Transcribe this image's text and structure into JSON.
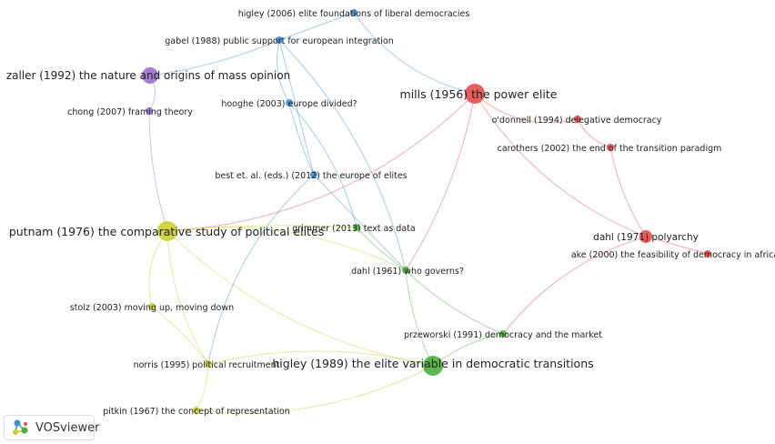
{
  "map": {
    "nodes": [
      {
        "id": "higley2006",
        "label": "higley (2006) elite foundations of liberal democracies",
        "cluster": "blue",
        "weight": 1
      },
      {
        "id": "gabel1988",
        "label": "gabel (1988) public support for european integration",
        "cluster": "blue",
        "weight": 1
      },
      {
        "id": "zaller1992",
        "label": "zaller (1992) the nature and origins of mass opinion",
        "cluster": "purple",
        "weight": 3
      },
      {
        "id": "chong2007",
        "label": "chong (2007) framing theory",
        "cluster": "purple",
        "weight": 1
      },
      {
        "id": "hooghe2003",
        "label": "hooghe (2003) europe divided?",
        "cluster": "blue",
        "weight": 1
      },
      {
        "id": "mills1956",
        "label": "mills (1956) the power elite",
        "cluster": "red",
        "weight": 4
      },
      {
        "id": "odonnell1994",
        "label": "o'donnell (1994) delegative democracy",
        "cluster": "red",
        "weight": 1
      },
      {
        "id": "carothers2002",
        "label": "carothers (2002) the end of the transition paradigm",
        "cluster": "red",
        "weight": 1
      },
      {
        "id": "best2012",
        "label": "best et. al. (eds.) (2012) the europe of elites",
        "cluster": "blue",
        "weight": 1
      },
      {
        "id": "putnam1976",
        "label": "putnam (1976) the comparative study of political elites",
        "cluster": "yellow",
        "weight": 4
      },
      {
        "id": "grimmer2013",
        "label": "grimmer (2013) text as data",
        "cluster": "green",
        "weight": 1
      },
      {
        "id": "dahl1971",
        "label": "dahl (1971) polyarchy",
        "cluster": "red",
        "weight": 2
      },
      {
        "id": "ake2000",
        "label": "ake (2000) the feasibility of democracy in africa",
        "cluster": "red",
        "weight": 1
      },
      {
        "id": "dahl1961",
        "label": "dahl (1961) who governs?",
        "cluster": "green",
        "weight": 1
      },
      {
        "id": "stolz2003",
        "label": "stolz (2003) moving up, moving down",
        "cluster": "yellow",
        "weight": 1
      },
      {
        "id": "przeworski1991",
        "label": "przeworski (1991) democracy and the market",
        "cluster": "green",
        "weight": 1
      },
      {
        "id": "norris1995",
        "label": "norris (1995) political recruitment",
        "cluster": "yellow",
        "weight": 1
      },
      {
        "id": "higley1989",
        "label": "higley (1989) the elite variable in democratic transitions",
        "cluster": "green",
        "weight": 4
      },
      {
        "id": "pitkin1967",
        "label": "pitkin (1967) the concept of representation",
        "cluster": "yellow",
        "weight": 1
      }
    ],
    "links": [
      [
        "higley2006",
        "gabel1988"
      ],
      [
        "higley2006",
        "mills1956"
      ],
      [
        "gabel1988",
        "zaller1992"
      ],
      [
        "gabel1988",
        "hooghe2003"
      ],
      [
        "gabel1988",
        "best2012"
      ],
      [
        "gabel1988",
        "dahl1961"
      ],
      [
        "zaller1992",
        "chong2007"
      ],
      [
        "chong2007",
        "putnam1976"
      ],
      [
        "hooghe2003",
        "best2012"
      ],
      [
        "hooghe2003",
        "grimmer2013"
      ],
      [
        "mills1956",
        "putnam1976"
      ],
      [
        "mills1956",
        "dahl1961"
      ],
      [
        "mills1956",
        "odonnell1994"
      ],
      [
        "mills1956",
        "dahl1971"
      ],
      [
        "odonnell1994",
        "carothers2002"
      ],
      [
        "carothers2002",
        "dahl1971"
      ],
      [
        "dahl1971",
        "ake2000"
      ],
      [
        "dahl1971",
        "przeworski1991"
      ],
      [
        "putnam1976",
        "grimmer2013"
      ],
      [
        "putnam1976",
        "stolz2003"
      ],
      [
        "putnam1976",
        "norris1995"
      ],
      [
        "putnam1976",
        "higley1989"
      ],
      [
        "putnam1976",
        "dahl1961"
      ],
      [
        "best2012",
        "dahl1961"
      ],
      [
        "best2012",
        "norris1995"
      ],
      [
        "grimmer2013",
        "dahl1961"
      ],
      [
        "dahl1961",
        "przeworski1991"
      ],
      [
        "dahl1961",
        "higley1989"
      ],
      [
        "stolz2003",
        "norris1995"
      ],
      [
        "norris1995",
        "pitkin1967"
      ],
      [
        "norris1995",
        "higley1989"
      ],
      [
        "przeworski1991",
        "higley1989"
      ],
      [
        "pitkin1967",
        "higley1989"
      ]
    ],
    "colors": {
      "red": "#e84b4b",
      "green": "#4caf3f",
      "blue": "#3f8fd8",
      "yellow": "#c9cf2f",
      "purple": "#9b6fd0"
    }
  },
  "brand": {
    "logo_icon": "vosviewer-logo-icon",
    "name": "VOSviewer"
  }
}
